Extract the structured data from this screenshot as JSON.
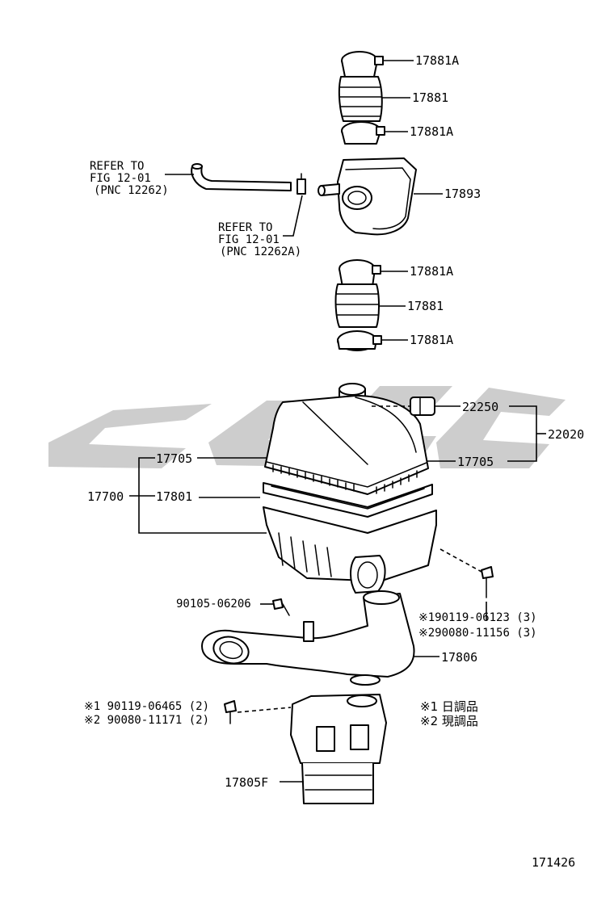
{
  "diagram": {
    "figure_number": "171426",
    "watermark_color": "#c8c8c8",
    "parts": {
      "p17881A_top1": "17881A",
      "p17881_top": "17881",
      "p17881A_top2": "17881A",
      "p17893": "17893",
      "p17881A_bot1": "17881A",
      "p17881_bot": "17881",
      "p17881A_bot2": "17881A",
      "p22250": "22250",
      "p22020": "22020",
      "p17705_left": "17705",
      "p17705_right": "17705",
      "p17700": "17700",
      "p17801": "17801",
      "p90105": "90105-06206",
      "p190119_right": "※190119-06123 (3)",
      "p290080_right": "※290080-11156 (3)",
      "p17806": "17806",
      "p190119_left": "※1 90119-06465 (2)",
      "p290080_left": "※2 90080-11171 (2)",
      "p17805F": "17805F"
    },
    "refer_hose": [
      "REFER TO",
      "FIG 12-01",
      "(PNC 12262)"
    ],
    "refer_valve": [
      "REFER TO",
      "FIG 12-01",
      "(PNC 12262A)"
    ],
    "notes": [
      "※1 日調品",
      "※2 現調品"
    ]
  }
}
